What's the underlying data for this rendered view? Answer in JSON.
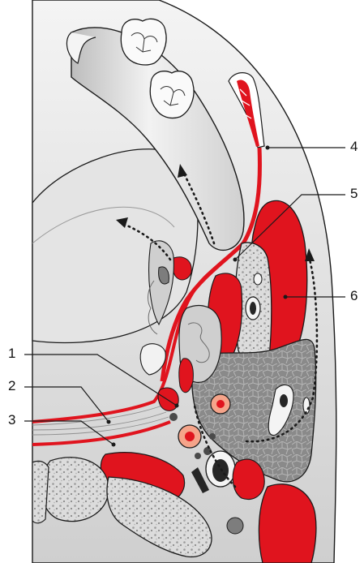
{
  "labels": {
    "l1": "1",
    "l2": "2",
    "l3": "3",
    "l4": "4",
    "l5": "5",
    "l6": "6"
  },
  "colors": {
    "red": "#e0141e",
    "pale": "#e6e6e6",
    "bone": "#d7d7d7",
    "gray": "#7d7d7d",
    "dark": "#262626",
    "outline": "#1a1a1a"
  }
}
